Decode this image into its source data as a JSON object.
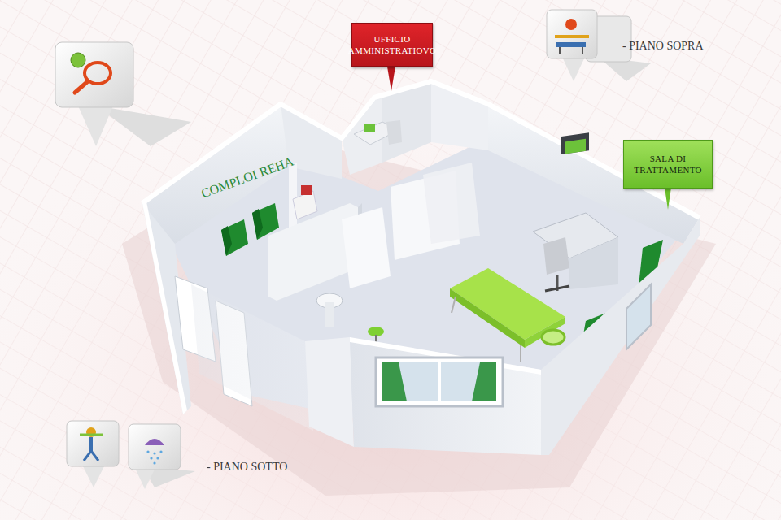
{
  "diagram": {
    "nodes": [
      {
        "text": [
          "UFFICIO AMMINISTRATIOVO"
        ]
      },
      {
        "text": [
          "SALA DI TRATTAMENTO"
        ]
      }
    ],
    "labels": [
      "- PIANO SOPRA",
      "- PIANO SOTTO",
      "COMPLOI REHA"
    ]
  }
}
